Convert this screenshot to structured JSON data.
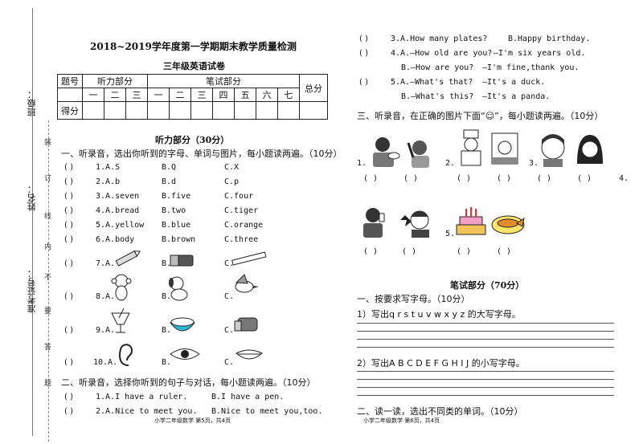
{
  "sidebar": {
    "class_label": "班级：",
    "name_label": "姓名：",
    "exam_no_label": "准考证号：",
    "seal_chars": [
      "装",
      "订",
      "线",
      "内",
      "不",
      "要",
      "答",
      "题"
    ]
  },
  "header": {
    "title": "2018~2019学年度第一学期期末教学质量检测",
    "subtitle": "三年级英语试卷"
  },
  "score_table": {
    "row1": [
      "题号",
      "听力部分",
      "笔试部分",
      "总分"
    ],
    "row2": [
      "一",
      "二",
      "三",
      "一",
      "二",
      "三",
      "四",
      "五",
      "六",
      "七"
    ],
    "row3_label": "得分"
  },
  "listening": {
    "heading": "听力部分（30分）",
    "part1": "一、听录音，选出你听到的字母、单词与图片，每小题读两遍。（10分）",
    "items": [
      {
        "paren": "(      )",
        "a": "1.A.S",
        "b": "B.Q",
        "c": "C.X"
      },
      {
        "paren": "(      )",
        "a": "2.A.b",
        "b": "B.d",
        "c": "C.p"
      },
      {
        "paren": "(      )",
        "a": "3.A.seven",
        "b": "B.five",
        "c": "C.four"
      },
      {
        "paren": "(      )",
        "a": "4.A.bread",
        "b": "B.two",
        "c": "C.tiger"
      },
      {
        "paren": "(      )",
        "a": "5.A.yellow",
        "b": "B.blue",
        "c": "C.orange"
      },
      {
        "paren": "(      )",
        "a": "6.A.body",
        "b": "B.brown",
        "c": "C.three"
      }
    ],
    "pic_items": [
      {
        "paren": "(      )",
        "a": "7.A.",
        "b": "B.",
        "c": "C."
      },
      {
        "paren": "(      )",
        "a": "8.A.",
        "b": "B.",
        "c": "C."
      },
      {
        "paren": "(      )",
        "a": "9.A.",
        "b": "B.",
        "c": "C."
      },
      {
        "paren": "(      )",
        "a": "10.A.",
        "b": "B.",
        "c": "C."
      }
    ],
    "part2": "二、听录音，选择你听到的句子与对话，每小题读两遍。（10分）",
    "part2_items": [
      {
        "paren": "(      )",
        "a": "1.A.I have a ruler.",
        "b": "B.I have a pen."
      },
      {
        "paren": "(      )",
        "a": "2.A.Nice to meet you.",
        "b": "B.Nice to meet you,too."
      }
    ]
  },
  "right": {
    "q3": {
      "paren": "(      )",
      "a": "3.A.How many plates?",
      "b": "B.Happy birthday."
    },
    "q4a": {
      "paren": "(      )",
      "a": "4.A.—How old are you?",
      "b": "—I'm six years old."
    },
    "q4b": {
      "a": "B.—How are you?",
      "b": "—I'm fine,thank you."
    },
    "q5a": {
      "paren": "(      )",
      "a": "5.A.—What's that?",
      "b": "—It's a duck."
    },
    "q5b": {
      "a": "B.—What's this?",
      "b": "—It's a panda."
    },
    "part3": "三、听录音，在正确的图片下面“☺”，每小题读两遍。（10分）",
    "pic_nums": [
      "1.",
      "2.",
      "3.",
      "4.",
      "5."
    ],
    "paren": "(      )",
    "writing_heading": "笔试部分（70分）",
    "w1": "一、按要求写字母。（10分）",
    "w1q1": "1）写出q r s t u v w x y z 的大写字母。",
    "w1q2": "2）写出A B C D E F G H I J 的小写字母。",
    "w2": "二、读一读，选出不同类的单词。（10分）"
  },
  "footer": {
    "left": "小学二年级数学    第5页，共4页",
    "right": "小学二年级数学    第6页，共4页"
  }
}
